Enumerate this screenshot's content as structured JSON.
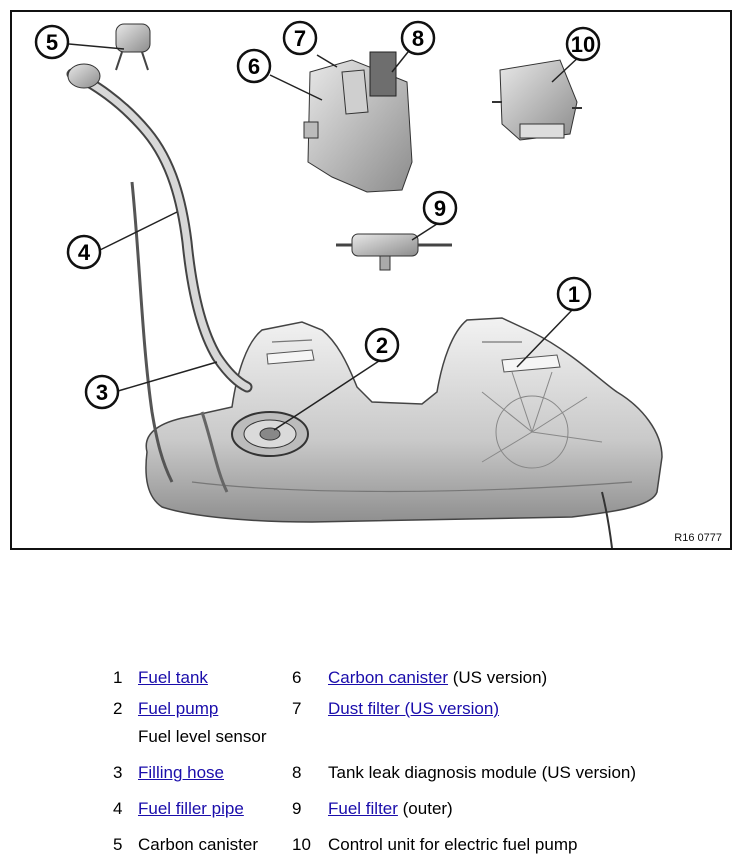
{
  "figure": {
    "reference": "R16 0777",
    "callouts": [
      "1",
      "2",
      "3",
      "4",
      "5",
      "6",
      "7",
      "8",
      "9",
      "10"
    ]
  },
  "legend": {
    "items": [
      {
        "num": "1",
        "link": "Fuel tank",
        "suffix": ""
      },
      {
        "num": "2",
        "link": "Fuel pump",
        "suffix": "",
        "extra": "Fuel level sensor"
      },
      {
        "num": "3",
        "link": "Filling hose",
        "suffix": ""
      },
      {
        "num": "4",
        "link": "Fuel filler pipe",
        "suffix": ""
      },
      {
        "num": "5",
        "text": "Carbon canister"
      },
      {
        "num": "6",
        "link": "Carbon canister",
        "suffix": " (US version)"
      },
      {
        "num": "7",
        "link": "Dust filter (US version)",
        "suffix": ""
      },
      {
        "num": "8",
        "text": "Tank leak diagnosis module (US version)"
      },
      {
        "num": "9",
        "link": "Fuel filter",
        "suffix": " (outer)"
      },
      {
        "num": "10",
        "text": "Control unit for electric fuel pump"
      }
    ]
  },
  "colors": {
    "link": "#1a0dab",
    "part_light": "#e4e4e4",
    "part_dark": "#9a9a9a",
    "outline": "#222222"
  }
}
